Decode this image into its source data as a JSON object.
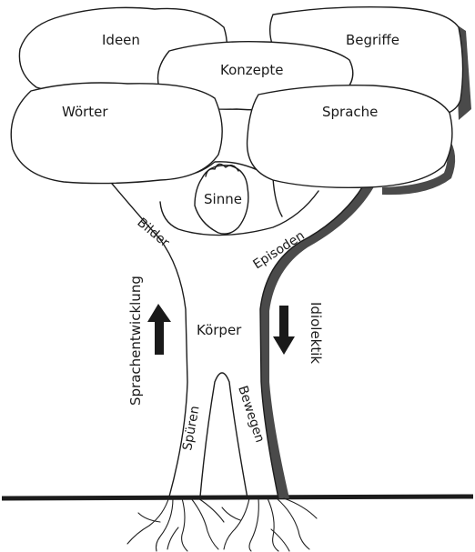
{
  "crown": {
    "ideen": "Ideen",
    "begriffe": "Begriffe",
    "konzepte": "Konzepte",
    "woerter": "Wörter",
    "sprache": "Sprache"
  },
  "center": {
    "sinne": "Sinne",
    "koerper": "Körper"
  },
  "branches": {
    "bilder": "Bilder",
    "episoden": "Episoden"
  },
  "legs": {
    "spueren": "Spüren",
    "bewegen": "Bewegen"
  },
  "sides": {
    "left_label": "Sprachentwicklung",
    "left_arrow_icon": "arrow-up-icon",
    "right_label": "Idiolektik",
    "right_arrow_icon": "arrow-down-icon"
  }
}
